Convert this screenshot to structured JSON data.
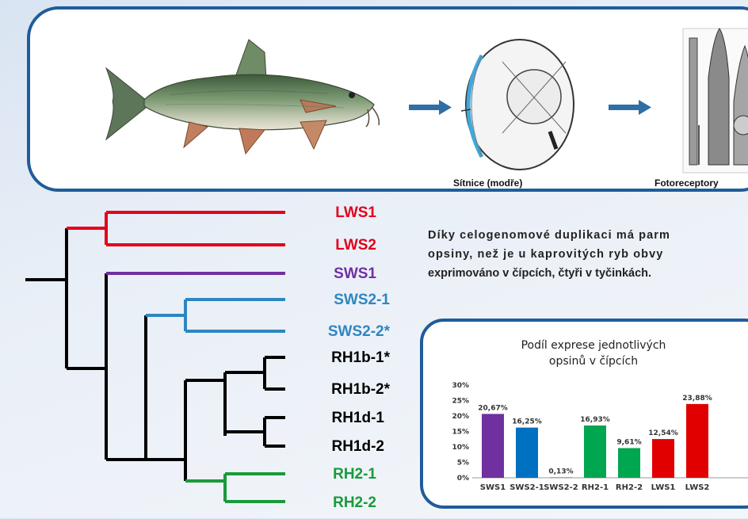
{
  "top": {
    "caption_retina": "Sítnice (modře)",
    "caption_photoreceptors": "Fotoreceptory"
  },
  "tree": {
    "leaves": [
      {
        "label": "LWS1",
        "color": "#e3001b"
      },
      {
        "label": "LWS2",
        "color": "#e3001b"
      },
      {
        "label": "SWS1",
        "color": "#7030a0"
      },
      {
        "label": "SWS2-1",
        "color": "#2e86c1"
      },
      {
        "label": "SWS2-2*",
        "color": "#2e86c1"
      },
      {
        "label": "RH1b-1*",
        "color": "#000000"
      },
      {
        "label": "RH1b-2*",
        "color": "#000000"
      },
      {
        "label": "RH1d-1",
        "color": "#000000"
      },
      {
        "label": "RH1d-2",
        "color": "#000000"
      },
      {
        "label": "RH2-1",
        "color": "#1a9a3a"
      },
      {
        "label": "RH2-2",
        "color": "#1a9a3a"
      }
    ]
  },
  "description": {
    "line1": "Díky celogenomové duplikaci má parm",
    "line2": "opsiny, než je u kaprovitých ryb obvy",
    "line3": "exprimováno v čípcích, čtyři v tyčinkách."
  },
  "chart_data": {
    "type": "bar",
    "title_line1": "Podíl exprese jednotlivých",
    "title_line2": "opsinů v čípcích",
    "categories": [
      "SWS1",
      "SWS2-1",
      "SWS2-2",
      "RH2-1",
      "RH2-2",
      "LWS1",
      "LWS2"
    ],
    "values": [
      20.67,
      16.25,
      0.13,
      16.93,
      9.61,
      12.54,
      23.88
    ],
    "value_labels": [
      "20,67%",
      "16,25%",
      "0,13%",
      "16,93%",
      "9,61%",
      "12,54%",
      "23,88%"
    ],
    "colors": [
      "#7030a0",
      "#0070c0",
      "#0070c0",
      "#00a650",
      "#00a650",
      "#e00000",
      "#e00000"
    ],
    "yticks": [
      "0%",
      "5%",
      "10%",
      "15%",
      "20%",
      "25%",
      "30%"
    ],
    "ylim": [
      0,
      30
    ]
  }
}
